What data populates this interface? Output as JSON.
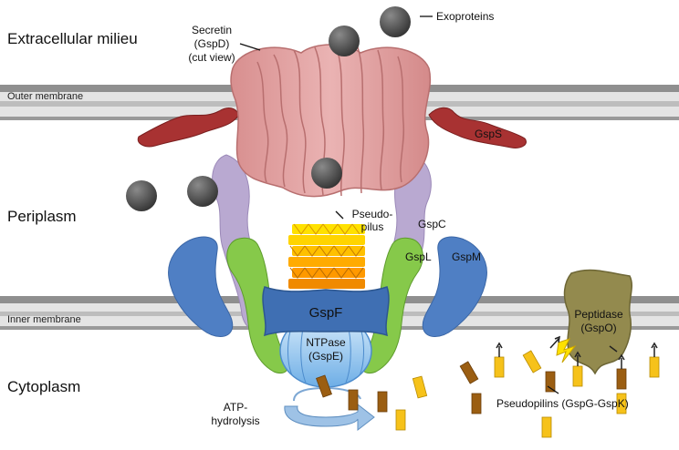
{
  "regions": {
    "extracellular": "Extracellular milieu",
    "periplasm": "Periplasm",
    "cytoplasm": "Cytoplasm"
  },
  "membranes": {
    "outer": "Outer membrane",
    "inner": "Inner membrane"
  },
  "labels": {
    "secretin": [
      "Secretin",
      "(GspD)",
      "(cut view)"
    ],
    "exoproteins": "Exoproteins",
    "gsps": "GspS",
    "gspc": "GspC",
    "gspl": "GspL",
    "gspm": "GspM",
    "gspf": "GspF",
    "pseudopilus": [
      "Pseudo-",
      "pilus"
    ],
    "ntpase": [
      "NTPase",
      "(GspE)"
    ],
    "peptidase": [
      "Peptidase",
      "(GspO)"
    ],
    "pseudopilins": "Pseudopilins (GspG-GspK)",
    "atp": [
      "ATP-",
      "hydrolysis"
    ]
  },
  "colors": {
    "membrane_dark": "#8f8f8f",
    "membrane_light": "#dcdcdc",
    "secretin": "#e0a3a3",
    "secretin_dark": "#b86f6f",
    "gsps": "#a83232",
    "gspc": "#b9a9d1",
    "gspm": "#4f7fc4",
    "gspl": "#86c94a",
    "gspf": "#3f6fb3",
    "ntpase": "#8cc3ef",
    "peptidase": "#938a4e",
    "pseudopilin": "#f6c21a",
    "pseudopilin_dark": "#9b5e12",
    "exoprotein": "#555555",
    "atp_arrow": "#9ec2e6"
  }
}
